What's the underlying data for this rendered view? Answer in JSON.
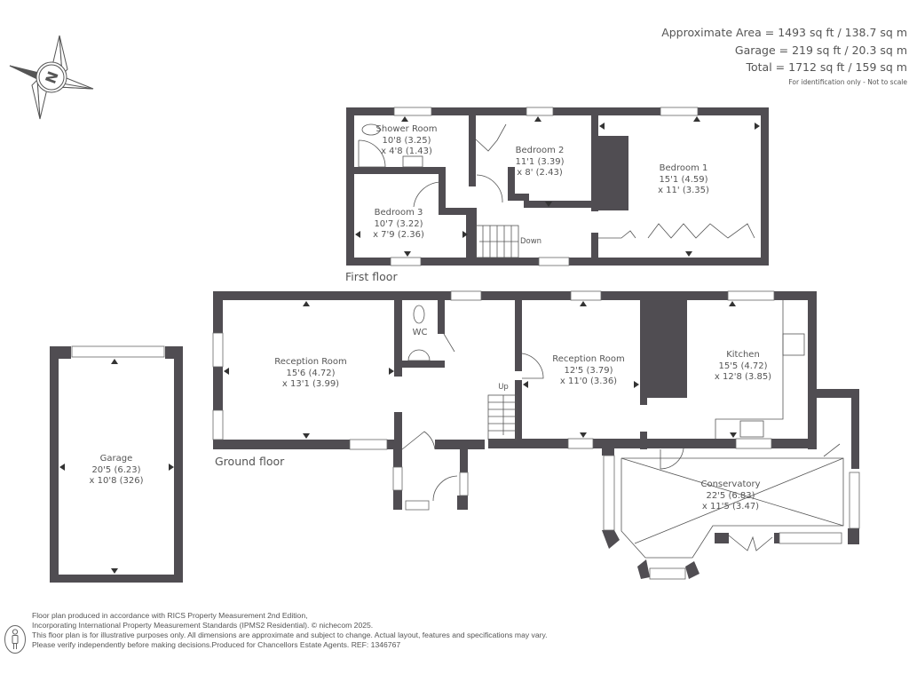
{
  "header": {
    "area_line1": "Approximate Area = 1493 sq ft / 138.7 sq m",
    "area_line2": "Garage = 219 sq ft / 20.3 sq m",
    "area_line3": "Total = 1712 sq ft / 159 sq m",
    "note": "For identification only - Not to scale"
  },
  "compass": {
    "icon": "compass-north-icon",
    "letter": "N"
  },
  "colors": {
    "wall": "#504d52",
    "line": "#555555",
    "background": "#ffffff"
  },
  "floors": {
    "first": {
      "label": "First floor",
      "rooms": [
        {
          "name": "Shower Room",
          "dim1": "10'8 (3.25)",
          "dim2": "x 4'8 (1.43)"
        },
        {
          "name": "Bedroom 2",
          "dim1": "11'1 (3.39)",
          "dim2": "x 8' (2.43)"
        },
        {
          "name": "Bedroom 1",
          "dim1": "15'1 (4.59)",
          "dim2": "x 11' (3.35)"
        },
        {
          "name": "Bedroom 3",
          "dim1": "10'7 (3.22)",
          "dim2": "x 7'9 (2.36)"
        }
      ],
      "stairs_label": "Down"
    },
    "ground": {
      "label": "Ground floor",
      "rooms": [
        {
          "name": "Reception Room",
          "dim1": "15'6 (4.72)",
          "dim2": "x 13'1 (3.99)"
        },
        {
          "name": "WC",
          "dim1": "",
          "dim2": ""
        },
        {
          "name": "Reception Room",
          "dim1": "12'5 (3.79)",
          "dim2": "x 11'0 (3.36)"
        },
        {
          "name": "Kitchen",
          "dim1": "15'5 (4.72)",
          "dim2": "x 12'8 (3.85)"
        },
        {
          "name": "Conservatory",
          "dim1": "22'5 (6.83)",
          "dim2": "x 11'5 (3.47)"
        }
      ],
      "stairs_label": "Up"
    },
    "garage": {
      "rooms": [
        {
          "name": "Garage",
          "dim1": "20'5 (6.23)",
          "dim2": "x 10'8 (326)"
        }
      ]
    }
  },
  "footer": {
    "line1": "Floor plan produced in accordance with RICS Property Measurement 2nd Edition,",
    "line2": "Incorporating International Property Measurement Standards (IPMS2 Residential).   © nichecom 2025.",
    "line3": "This floor plan is for illustrative purposes only. All dimensions are approximate and subject to change. Actual layout, features and specifications may vary.",
    "line4": "Please verify independently before making decisions.Produced for Chancellors Estate Agents.   REF: 1346767",
    "icon": "person-icon"
  }
}
